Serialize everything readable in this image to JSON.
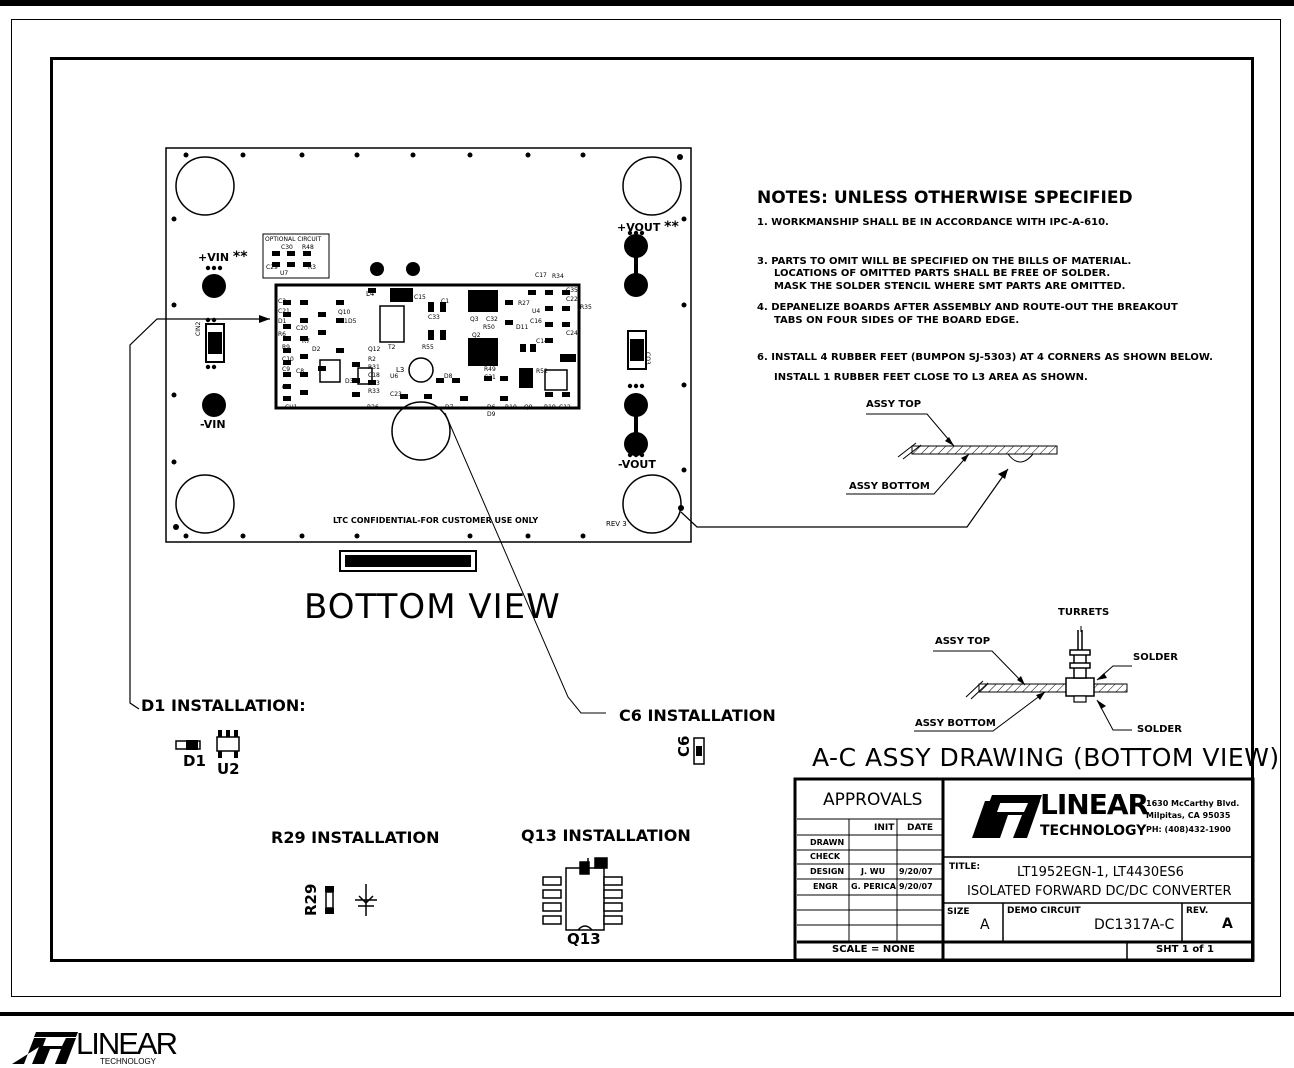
{
  "drawing": {
    "bottom_view_label": "BOTTOM VIEW",
    "assy_title": "A-C ASSY DRAWING (BOTTOM VIEW)",
    "board": {
      "vin_plus": "+VIN",
      "vin_minus": "-VIN",
      "vout_plus": "+VOUT",
      "vout_minus": "-VOUT",
      "asterisks": "**",
      "optional_circuit": "OPTIONAL CIRCUIT",
      "confidential": "LTC CONFIDENTIAL-FOR CUSTOMER USE ONLY",
      "rev": "REV 3",
      "designators": [
        "C30",
        "R48",
        "C29",
        "U7",
        "R3",
        "L4",
        "C15",
        "C17",
        "R34",
        "C35",
        "C22",
        "D5",
        "R35",
        "C1",
        "C2",
        "D1",
        "R11",
        "R6",
        "C20",
        "C21",
        "C8",
        "R7",
        "D2",
        "Q12",
        "Q10",
        "T2",
        "R2",
        "C18",
        "D3",
        "R31",
        "U6",
        "R26",
        "C23",
        "C13",
        "L3",
        "R55",
        "C33",
        "Q3",
        "R50",
        "D11",
        "C32",
        "R27",
        "U4",
        "C16",
        "C24",
        "C14",
        "D8",
        "Q2",
        "R49",
        "C31",
        "R52",
        "Q9",
        "R19",
        "C12",
        "D7",
        "D6",
        "D9",
        "R10",
        "CU1",
        "CIN2",
        "CO3",
        "R9",
        "C10",
        "C9",
        "C6",
        "R33"
      ]
    },
    "labels": {
      "d1_installation": "D1 INSTALLATION:",
      "c6_installation": "C6 INSTALLATION",
      "r29_installation": "R29 INSTALLATION",
      "q13_installation": "Q13 INSTALLATION",
      "d1": "D1",
      "u2": "U2",
      "c6": "C6",
      "r29": "R29",
      "q13": "Q13"
    },
    "notes": {
      "heading": "NOTES: UNLESS OTHERWISE SPECIFIED",
      "n1": "1. WORKMANSHIP SHALL BE IN ACCORDANCE WITH IPC-A-610.",
      "n3a": "3. PARTS TO OMIT WILL BE SPECIFIED ON THE BILLS OF MATERIAL.",
      "n3b": "LOCATIONS OF OMITTED PARTS SHALL BE FREE OF SOLDER.",
      "n3c": "MASK THE SOLDER STENCIL WHERE SMT PARTS ARE OMITTED.",
      "n4a": "4. DEPANELIZE BOARDS AFTER ASSEMBLY AND ROUTE-OUT THE BREAKOUT",
      "n4b": "TABS ON FOUR SIDES OF THE BOARD EDGE.",
      "n6a": "6. INSTALL 4 RUBBER FEET (BUMPON SJ-5303) AT 4 CORNERS AS SHOWN BELOW.",
      "n6b": "INSTALL 1 RUBBER FEET CLOSE TO L3 AREA AS SHOWN."
    },
    "details": {
      "assy_top": "ASSY TOP",
      "assy_bottom": "ASSY BOTTOM",
      "turrets": "TURRETS",
      "solder": "SOLDER"
    }
  },
  "title_block": {
    "approvals": "APPROVALS",
    "init": "INIT",
    "date": "DATE",
    "rows": [
      {
        "label": "DRAWN",
        "init": "",
        "date": ""
      },
      {
        "label": "CHECK",
        "init": "",
        "date": ""
      },
      {
        "label": "DESIGN",
        "init": "J. WU",
        "date": "9/20/07"
      },
      {
        "label": "ENGR",
        "init": "G. PERICA",
        "date": "9/20/07"
      }
    ],
    "scale": "SCALE = NONE",
    "company_line1": "LINEAR",
    "company_line2": "TECHNOLOGY",
    "address1": "1630 McCarthy Blvd.",
    "address2": "Milpitas, CA 95035",
    "phone": "PH: (408)432-1900",
    "title_label": "TITLE:",
    "title_line1": "LT1952EGN-1, LT4430ES6",
    "title_line2": "ISOLATED FORWARD DC/DC CONVERTER",
    "size_label": "SIZE",
    "size_value": "A",
    "demo_label": "DEMO CIRCUIT",
    "demo_value": "DC1317A-C",
    "rev_label": "REV.",
    "rev_value": "A",
    "sheet": "SHT 1 of 1"
  },
  "footer": {
    "logo_line1": "LINEAR",
    "logo_line2": "TECHNOLOGY"
  }
}
